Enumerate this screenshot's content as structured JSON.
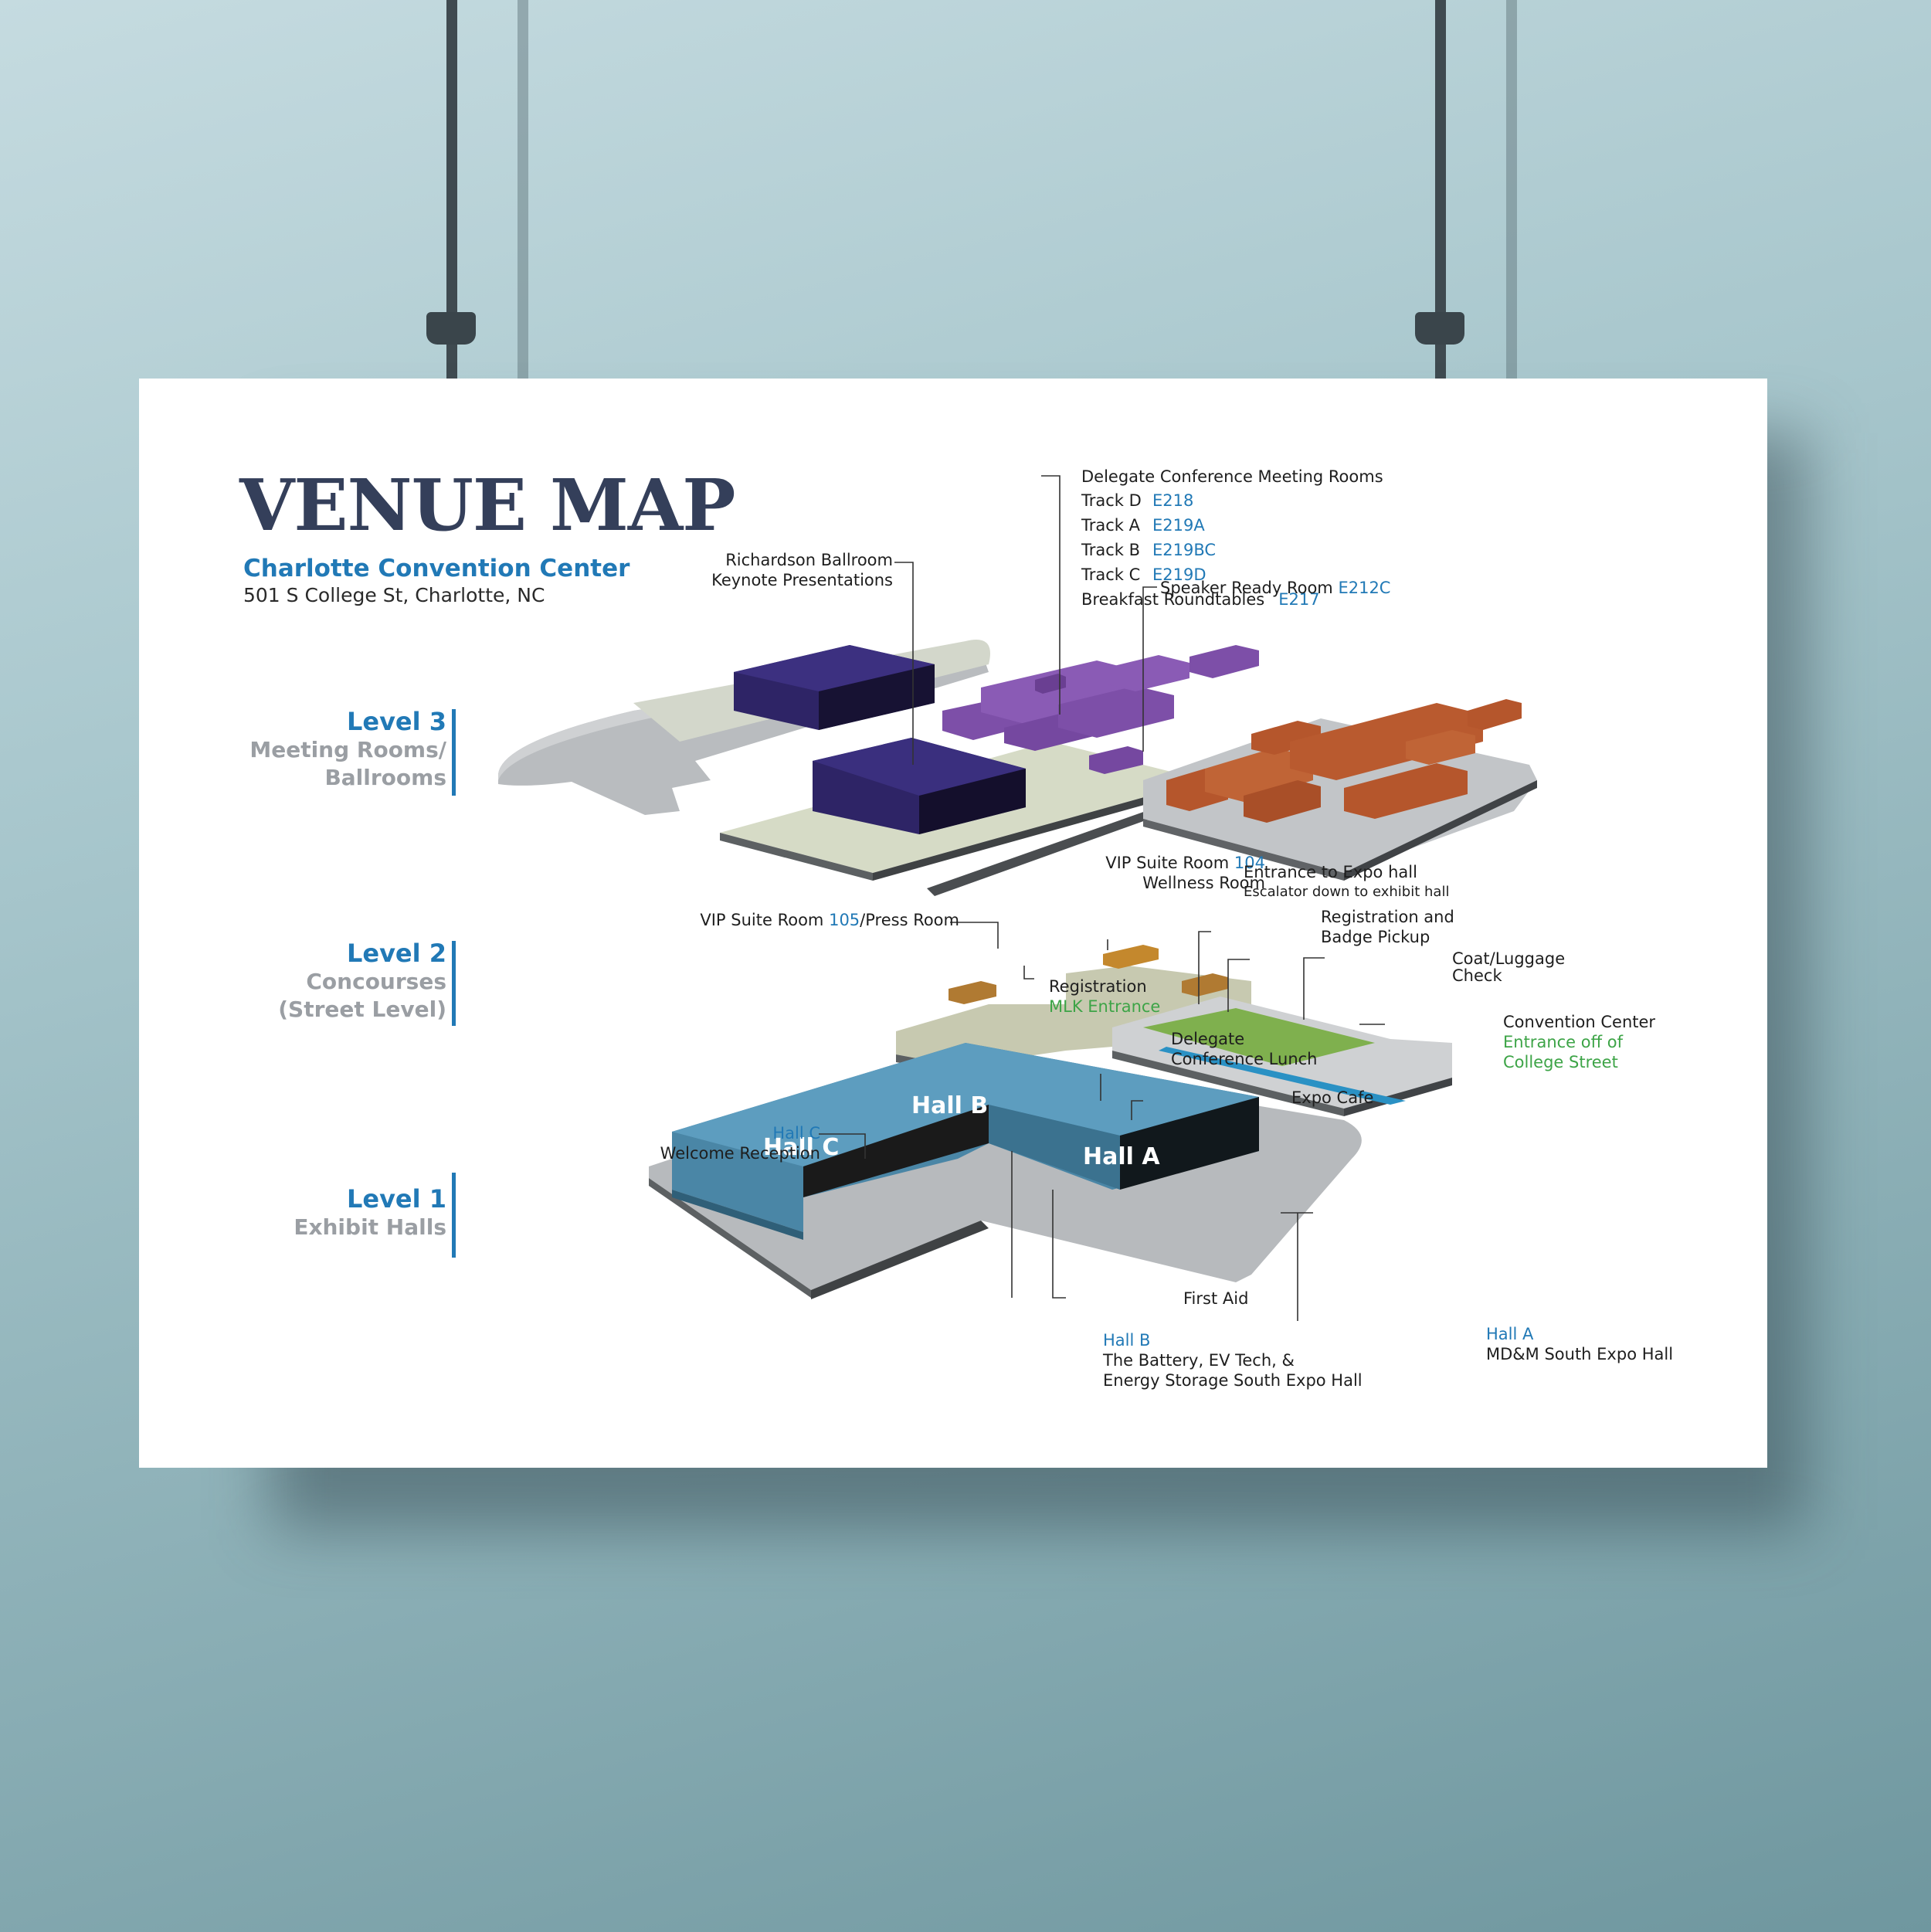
{
  "title": "VENUE MAP",
  "venue": {
    "name": "Charlotte Convention Center",
    "address": "501 S College St, Charlotte, NC"
  },
  "levels": [
    {
      "name": "Level 3",
      "desc1": "Meeting Rooms/",
      "desc2": "Ballrooms"
    },
    {
      "name": "Level 2",
      "desc1": "Concourses",
      "desc2": "(Street Level)"
    },
    {
      "name": "Level 1",
      "desc1": "Exhibit Halls",
      "desc2": ""
    }
  ],
  "labels": {
    "ballroom1": "Richardson Ballroom",
    "ballroom2": "Keynote Presentations",
    "delegate_header": "Delegate Conference Meeting Rooms",
    "tracks": [
      {
        "name": "Track D",
        "room": "E218"
      },
      {
        "name": "Track A",
        "room": "E219A"
      },
      {
        "name": "Track B",
        "room": "E219BC"
      },
      {
        "name": "Track C",
        "room": "E219D"
      },
      {
        "name": "Breakfast Roundtables",
        "room": "E217"
      }
    ],
    "speaker": "Speaker Ready Room",
    "speaker_room": "E212C",
    "vip104_a": "VIP Suite Room",
    "vip104_b": "104",
    "wellness": "Wellness Room",
    "expo_entrance": "Entrance to Expo hall",
    "escalator": "Escalator down to exhibit hall",
    "vip105_a": "VIP Suite Room",
    "vip105_b": "105",
    "vip105_c": "/Press Room",
    "registration_badge1": "Registration and",
    "registration_badge2": "Badge Pickup",
    "coat1": "Coat/Luggage",
    "coat2": "Check",
    "registration": "Registration",
    "mlk": "MLK Entrance",
    "cc_entrance1": "Convention Center",
    "cc_entrance2": "Entrance off of",
    "cc_entrance3": "College Street",
    "lunch1": "Delegate",
    "lunch2": "Conference Lunch",
    "expo_cafe": "Expo Cafe",
    "hallc_label": "Hall C",
    "welcome": "Welcome Reception",
    "hallb_label": "Hall B",
    "hallb_desc1": "The Battery, EV Tech, &",
    "hallb_desc2": "Energy Storage South Expo Hall",
    "first_aid": "First Aid",
    "halla_label": "Hall A",
    "halla_desc": "MD&M South Expo Hall"
  },
  "halls": {
    "c": "Hall C",
    "b": "Hall B",
    "a": "Hall A"
  },
  "colors": {
    "accent_blue": "#2179b6",
    "green": "#3da447",
    "title_navy": "#343f5a",
    "ballroom": "#2e2466",
    "meeting_purple": "#7d4fa8",
    "orange": "#b5562c",
    "hall_blue": "#3f7d9c"
  }
}
